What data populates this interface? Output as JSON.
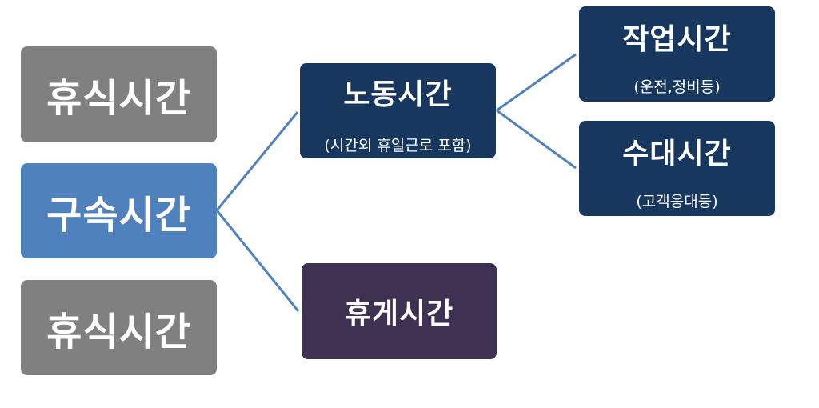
{
  "colors": {
    "gray_box": "#808080",
    "blue_box": "#4f81bd",
    "navy_box": "#17375e",
    "purple_box": "#3f3151",
    "connector": "#4f81bd"
  },
  "nodes": {
    "rest_top": {
      "title": "휴식시간"
    },
    "restraint": {
      "title": "구속시간"
    },
    "rest_bottom": {
      "title": "휴식시간"
    },
    "labor": {
      "title": "노동시간",
      "note": "(시간외 휴일근로 포함)"
    },
    "break": {
      "title": "휴게시간"
    },
    "work": {
      "title": "작업시간",
      "note": "(운전,정비등)"
    },
    "wait": {
      "title": "수대시간",
      "note": "(고객응대등)"
    }
  },
  "edges": [
    {
      "from": "restraint",
      "to": "labor"
    },
    {
      "from": "restraint",
      "to": "break"
    },
    {
      "from": "labor",
      "to": "work"
    },
    {
      "from": "labor",
      "to": "wait"
    }
  ]
}
